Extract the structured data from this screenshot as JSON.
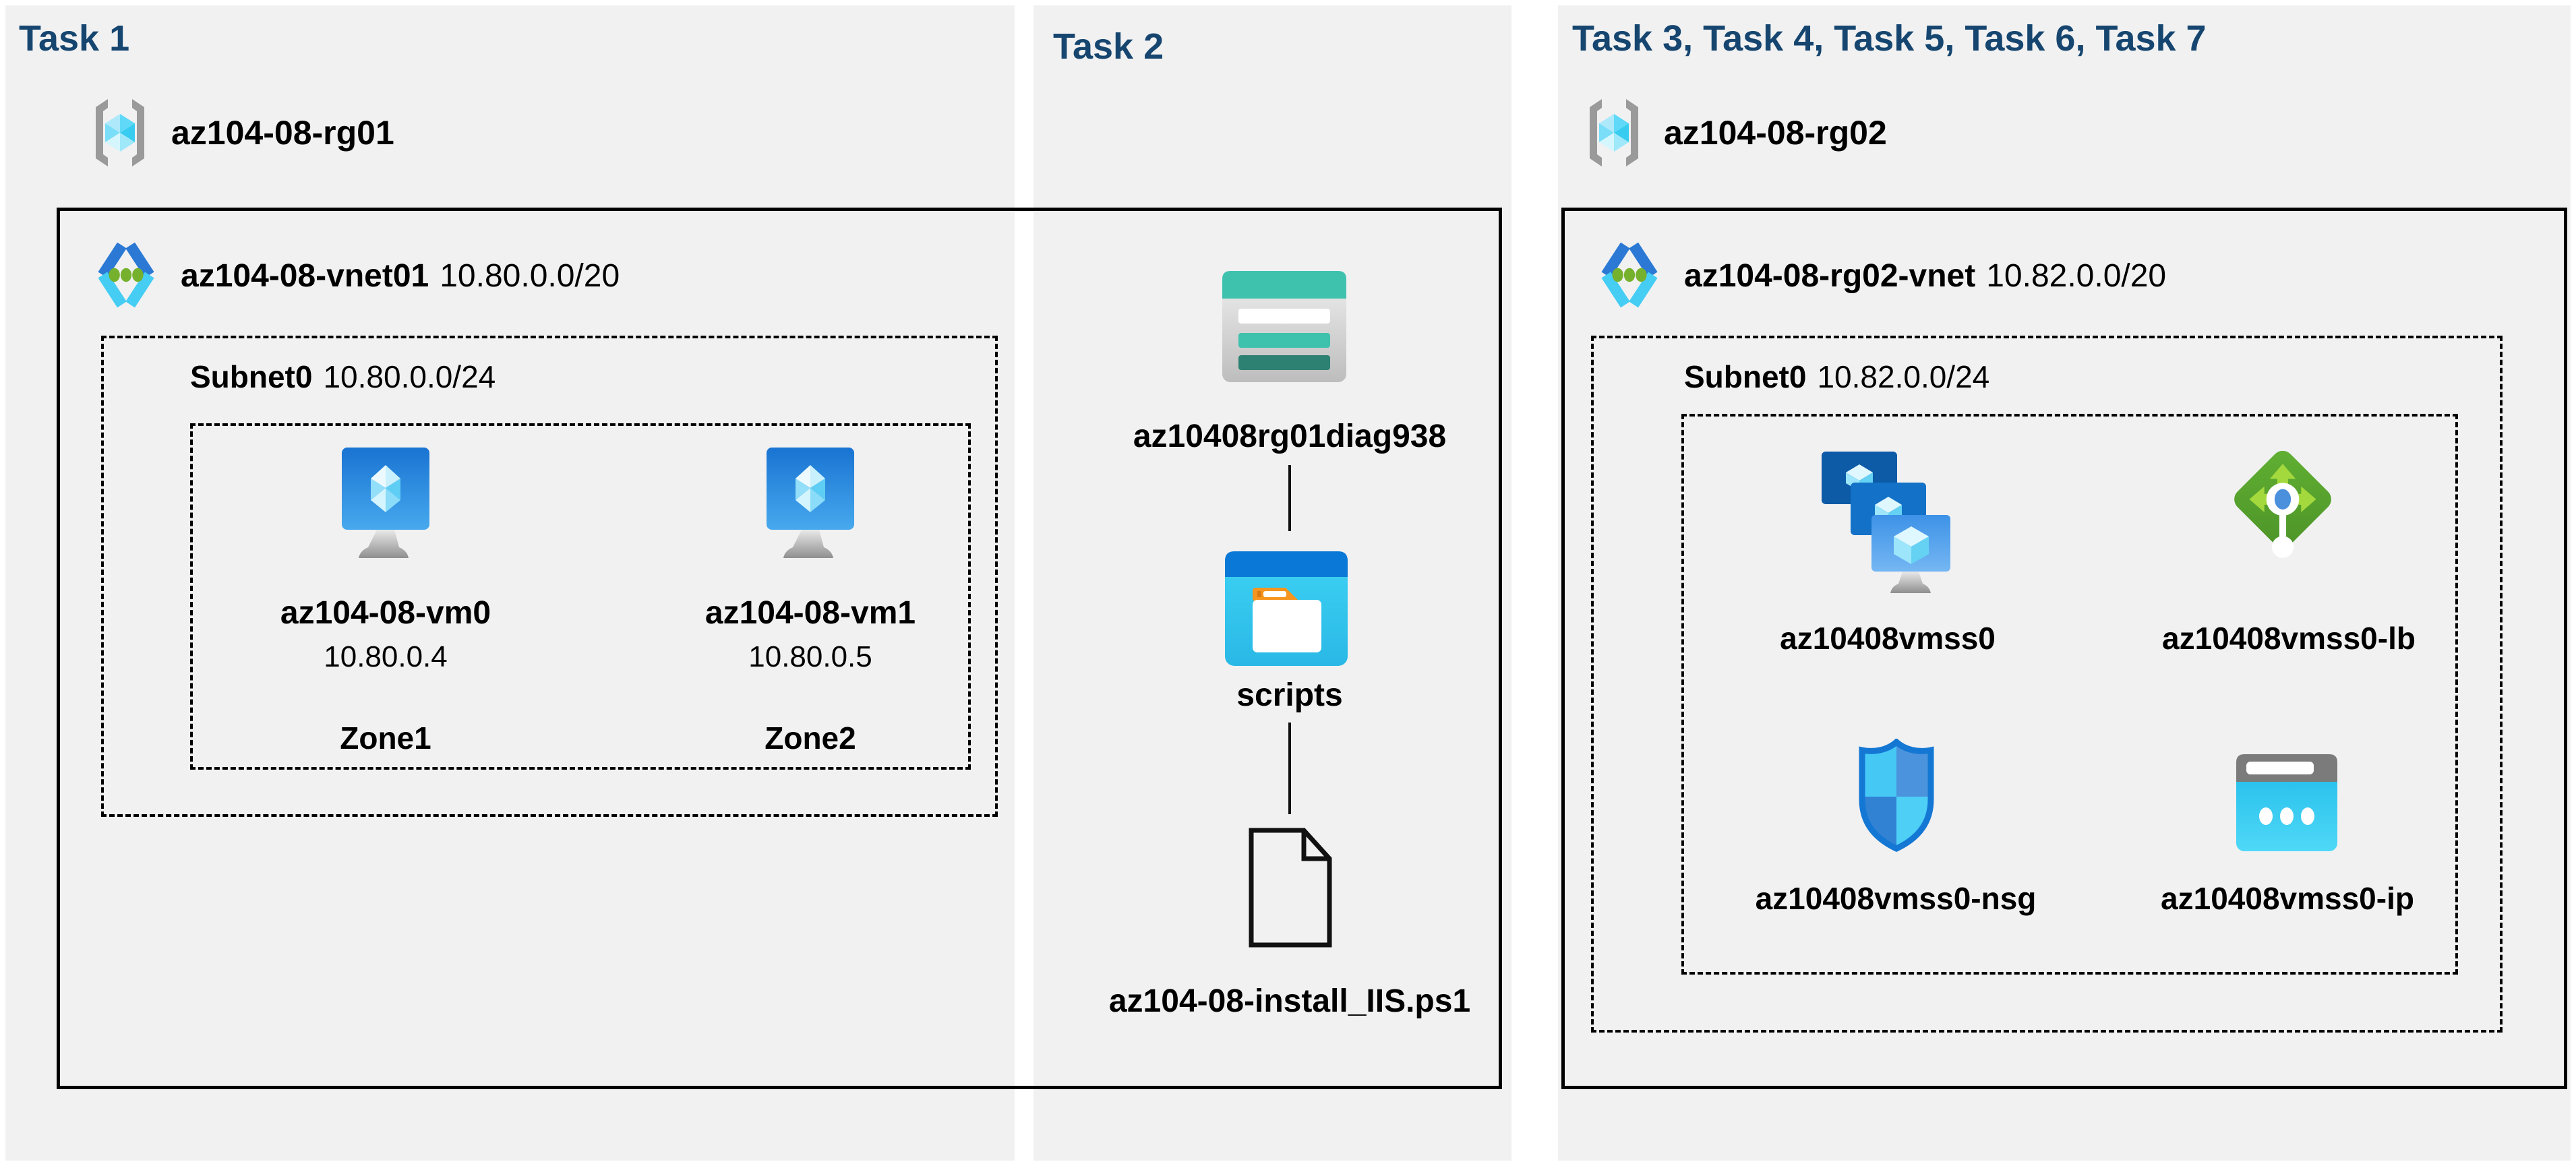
{
  "colors": {
    "background": "#ffffff",
    "panel": "#f1f1f2",
    "task_header_text": "#16466f",
    "diagram_outline": "#000000",
    "azure_blue": "#1973d2",
    "azure_cyan": "#45cdf4",
    "vnet_dot_green": "#76b12d",
    "load_balancer_green": "#57a82e",
    "storage_teal": "#3ec2ae",
    "folder_orange": "#f6951f"
  },
  "task1": {
    "header": "Task 1",
    "resource_group": "az104-08-rg01",
    "vnet_name": "az104-08-vnet01",
    "vnet_cidr": "10.80.0.0/20",
    "subnet_name": "Subnet0",
    "subnet_cidr": "10.80.0.0/24",
    "vm0": {
      "name": "az104-08-vm0",
      "ip": "10.80.0.4",
      "zone": "Zone1"
    },
    "vm1": {
      "name": "az104-08-vm1",
      "ip": "10.80.0.5",
      "zone": "Zone2"
    }
  },
  "task2": {
    "header": "Task 2",
    "storage_account": "az10408rg01diag938",
    "container": "scripts",
    "script_file": "az104-08-install_IIS.ps1"
  },
  "task3": {
    "header": "Task 3, Task 4, Task 5, Task 6, Task 7",
    "resource_group": "az104-08-rg02",
    "vnet_name": "az104-08-rg02-vnet",
    "vnet_cidr": "10.82.0.0/20",
    "subnet_name": "Subnet0",
    "subnet_cidr": "10.82.0.0/24",
    "vmss": "az10408vmss0",
    "load_balancer": "az10408vmss0-lb",
    "nsg": "az10408vmss0-nsg",
    "public_ip": "az10408vmss0-ip"
  }
}
